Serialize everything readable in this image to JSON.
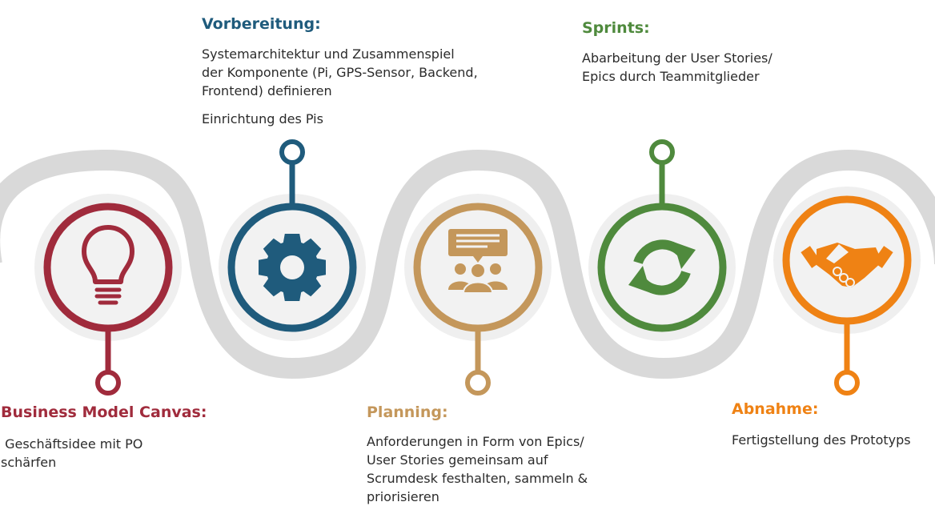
{
  "colors": {
    "track": "#d9d9d9",
    "disc": "#efefef",
    "business": "#a02b3c",
    "vorbereitung": "#1f5b7c",
    "planning": "#c4975b",
    "sprints": "#4f8a3d",
    "abnahme": "#ef8214"
  },
  "steps": [
    {
      "title": "Business Model Canvas:",
      "text": [
        " Geschäftsidee mit PO schärfen"
      ],
      "icon": "lightbulb-icon"
    },
    {
      "title": "Vorbereitung:",
      "text": [
        "Systemarchitektur und Zusammenspiel der Komponente (Pi, GPS-Sensor, Backend, Frontend) definieren",
        "Einrichtung des Pis"
      ],
      "icon": "gear-icon"
    },
    {
      "title": "Planning:",
      "text": [
        "Anforderungen in Form von Epics/ User Stories gemeinsam auf Scrumdesk festhalten, sammeln & priorisieren"
      ],
      "icon": "team-discussion-icon"
    },
    {
      "title": "Sprints:",
      "text": [
        "Abarbeitung der User Stories/ Epics durch Teammitglieder"
      ],
      "icon": "refresh-cycle-icon"
    },
    {
      "title": "Abnahme:",
      "text": [
        "Fertigstellung des Prototyps"
      ],
      "icon": "handshake-icon"
    }
  ]
}
